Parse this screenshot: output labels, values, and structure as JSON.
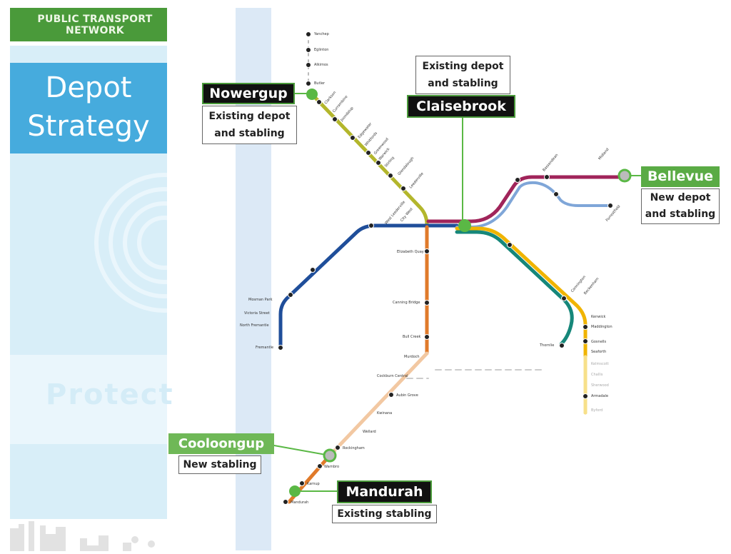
{
  "sidebar": {
    "brand_line1": "PUBLIC TRANSPORT",
    "brand_line2": "NETWORK",
    "title_line1": "Depot",
    "title_line2": "Strategy",
    "watermark": "Protect"
  },
  "callouts": {
    "nowergup": {
      "name": "Nowergup",
      "desc_line1": "Existing depot",
      "desc_line2": "and stabling"
    },
    "claisebrook": {
      "name": "Claisebrook",
      "desc_line1": "Existing depot",
      "desc_line2": "and stabling"
    },
    "bellevue": {
      "name": "Bellevue",
      "desc_line1": "New depot",
      "desc_line2": "and stabling"
    },
    "cooloongup": {
      "name": "Cooloongup",
      "desc": "New stabling"
    },
    "mandurah": {
      "name": "Mandurah",
      "desc": "Existing stabling"
    }
  },
  "colors": {
    "joondalup": "#b3b62c",
    "fremantle": "#1f4e9a",
    "mandurah": "#e07a2a",
    "midland": "#a0245a",
    "airport": "#7fa6d8",
    "armadale": "#f0b400",
    "thornlie": "#16877a",
    "depot": "#5ab845"
  },
  "stations": {
    "yanchep": "Yanchep",
    "eglinton": "Eglinton",
    "alkimos": "Alkimos",
    "butler": "Butler",
    "clarkson": "Clarkson",
    "currambine": "Currambine",
    "joondalup": "Joondalup",
    "edgewater": "Edgewater",
    "whitfords": "Whitfords",
    "greenwood": "Greenwood",
    "warwick": "Warwick",
    "stirling": "Stirling",
    "glendalough": "Glendalough",
    "leederville": "Leederville",
    "mosman_park": "Mosman Park",
    "victoria_street": "Victoria Street",
    "north_fremantle": "North Fremantle",
    "fremantle": "Fremantle",
    "west_leederville": "West Leederville",
    "city_west": "City West",
    "elizabeth_quay": "Elizabeth Quay",
    "canning_bridge": "Canning Bridge",
    "bull_creek": "Bull Creek",
    "murdoch": "Murdoch",
    "cockburn": "Cockburn Central",
    "aubin_grove": "Aubin Grove",
    "kwinana": "Kwinana",
    "wellard": "Wellard",
    "rockingham": "Rockingham",
    "warnbro": "Warnbro",
    "karnup": "Karnup",
    "mandurah_st": "Mandurah",
    "thornlie": "Thornlie",
    "cannington": "Cannington",
    "beckenham": "Beckenham",
    "kenwick": "Kenwick",
    "maddington": "Maddington",
    "gosnells": "Gosnells",
    "seaforth": "Seaforth",
    "kelmscott": "Kelmscott",
    "challis": "Challis",
    "sherwood": "Sherwood",
    "armadale": "Armadale",
    "byford": "Byford",
    "midland": "Midland",
    "bassendean": "Bassendean",
    "forrestfield": "Forrestfield"
  }
}
